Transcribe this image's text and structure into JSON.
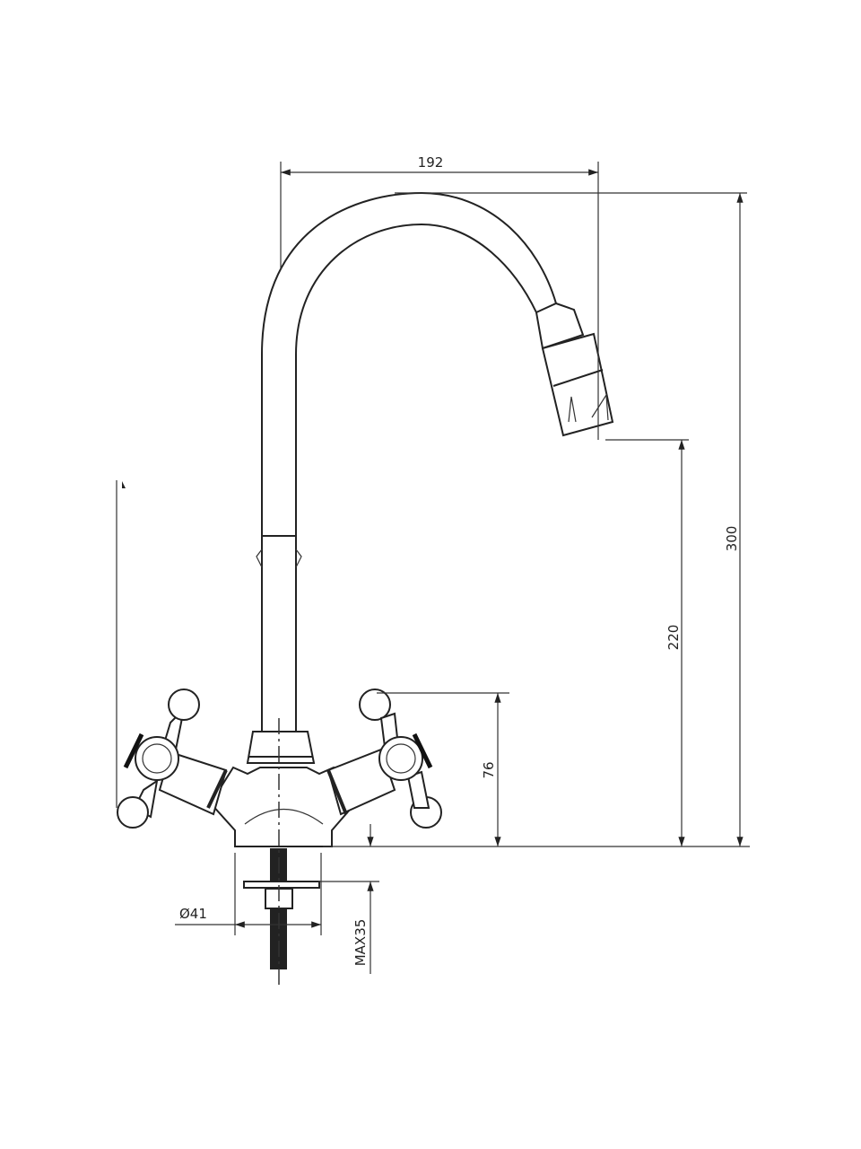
{
  "drawing": {
    "dimensions": {
      "spout_reach": "192",
      "total_height": "300",
      "spout_outlet_height": "220",
      "handle_height": "76",
      "base_diameter": "Ø41",
      "max_mount_thickness": "MAX35"
    }
  }
}
